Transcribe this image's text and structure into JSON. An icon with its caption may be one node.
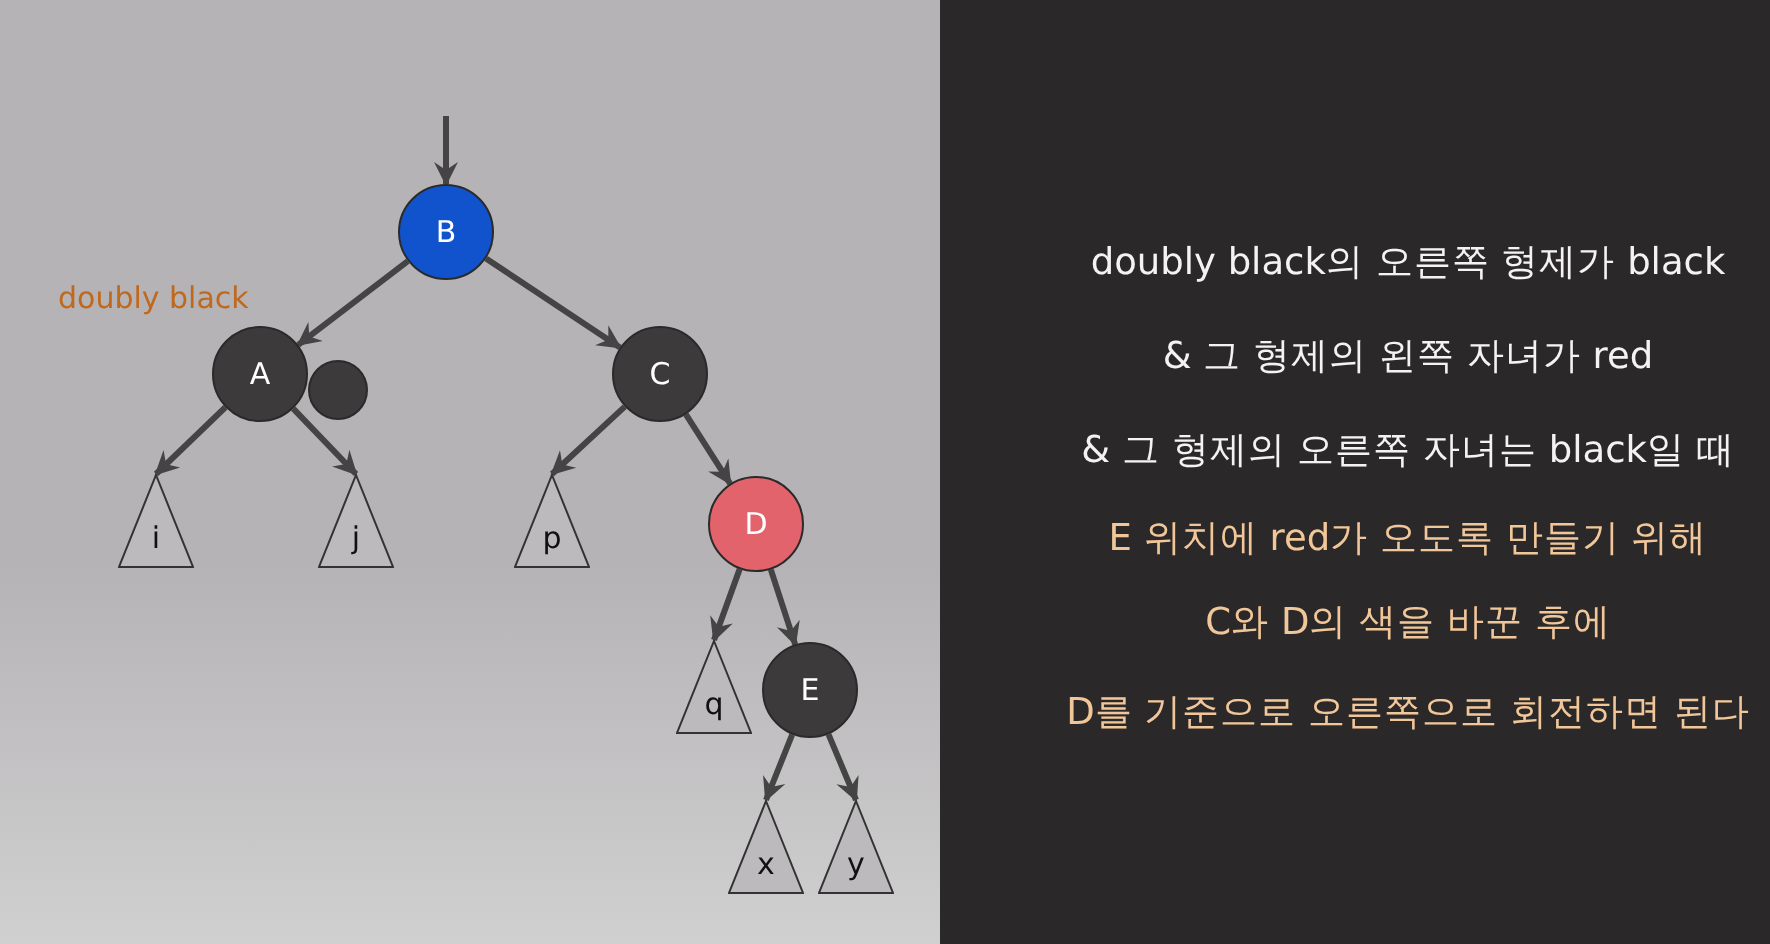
{
  "diagram": {
    "nodes": [
      {
        "text": [
          "B"
        ]
      },
      {
        "text": [
          "A"
        ],
        "beside": [
          "doubly black"
        ]
      },
      {
        "text": [],
        "shape": "circle"
      },
      {
        "text": [
          "C"
        ]
      },
      {
        "text": [
          "i"
        ]
      },
      {
        "text": [
          "j"
        ]
      },
      {
        "text": [
          "p"
        ]
      },
      {
        "text": [
          "D"
        ]
      },
      {
        "text": [
          "q"
        ]
      },
      {
        "text": [
          "E"
        ]
      },
      {
        "text": [
          "x"
        ]
      },
      {
        "text": [
          "y"
        ]
      }
    ],
    "edges": [
      {
        "from": null,
        "to": 0,
        "arrow": "to"
      },
      {
        "from": 0,
        "to": 1,
        "arrow": "to"
      },
      {
        "from": 0,
        "to": 3,
        "arrow": "to"
      },
      {
        "from": 1,
        "to": 4,
        "arrow": "to"
      },
      {
        "from": 1,
        "to": 5,
        "arrow": "to"
      },
      {
        "from": 3,
        "to": 6,
        "arrow": "to"
      },
      {
        "from": 3,
        "to": 7,
        "arrow": "to"
      },
      {
        "from": 7,
        "to": 8,
        "arrow": "to"
      },
      {
        "from": 7,
        "to": 9,
        "arrow": "to"
      },
      {
        "from": 9,
        "to": 10,
        "arrow": "to"
      },
      {
        "from": 9,
        "to": 11,
        "arrow": "to"
      }
    ],
    "labels": [
      "doubly black의 오른쪽 형제가 black",
      "& 그 형제의 왼쪽 자녀가 red",
      "& 그 형제의 오른쪽 자녀는 black일 때",
      "E 위치에 red가 오도록 만들기 위해",
      "C와 D의 색을 바꾼 후에",
      "D를 기준으로 오른쪽으로 회전하면 된다"
    ]
  }
}
